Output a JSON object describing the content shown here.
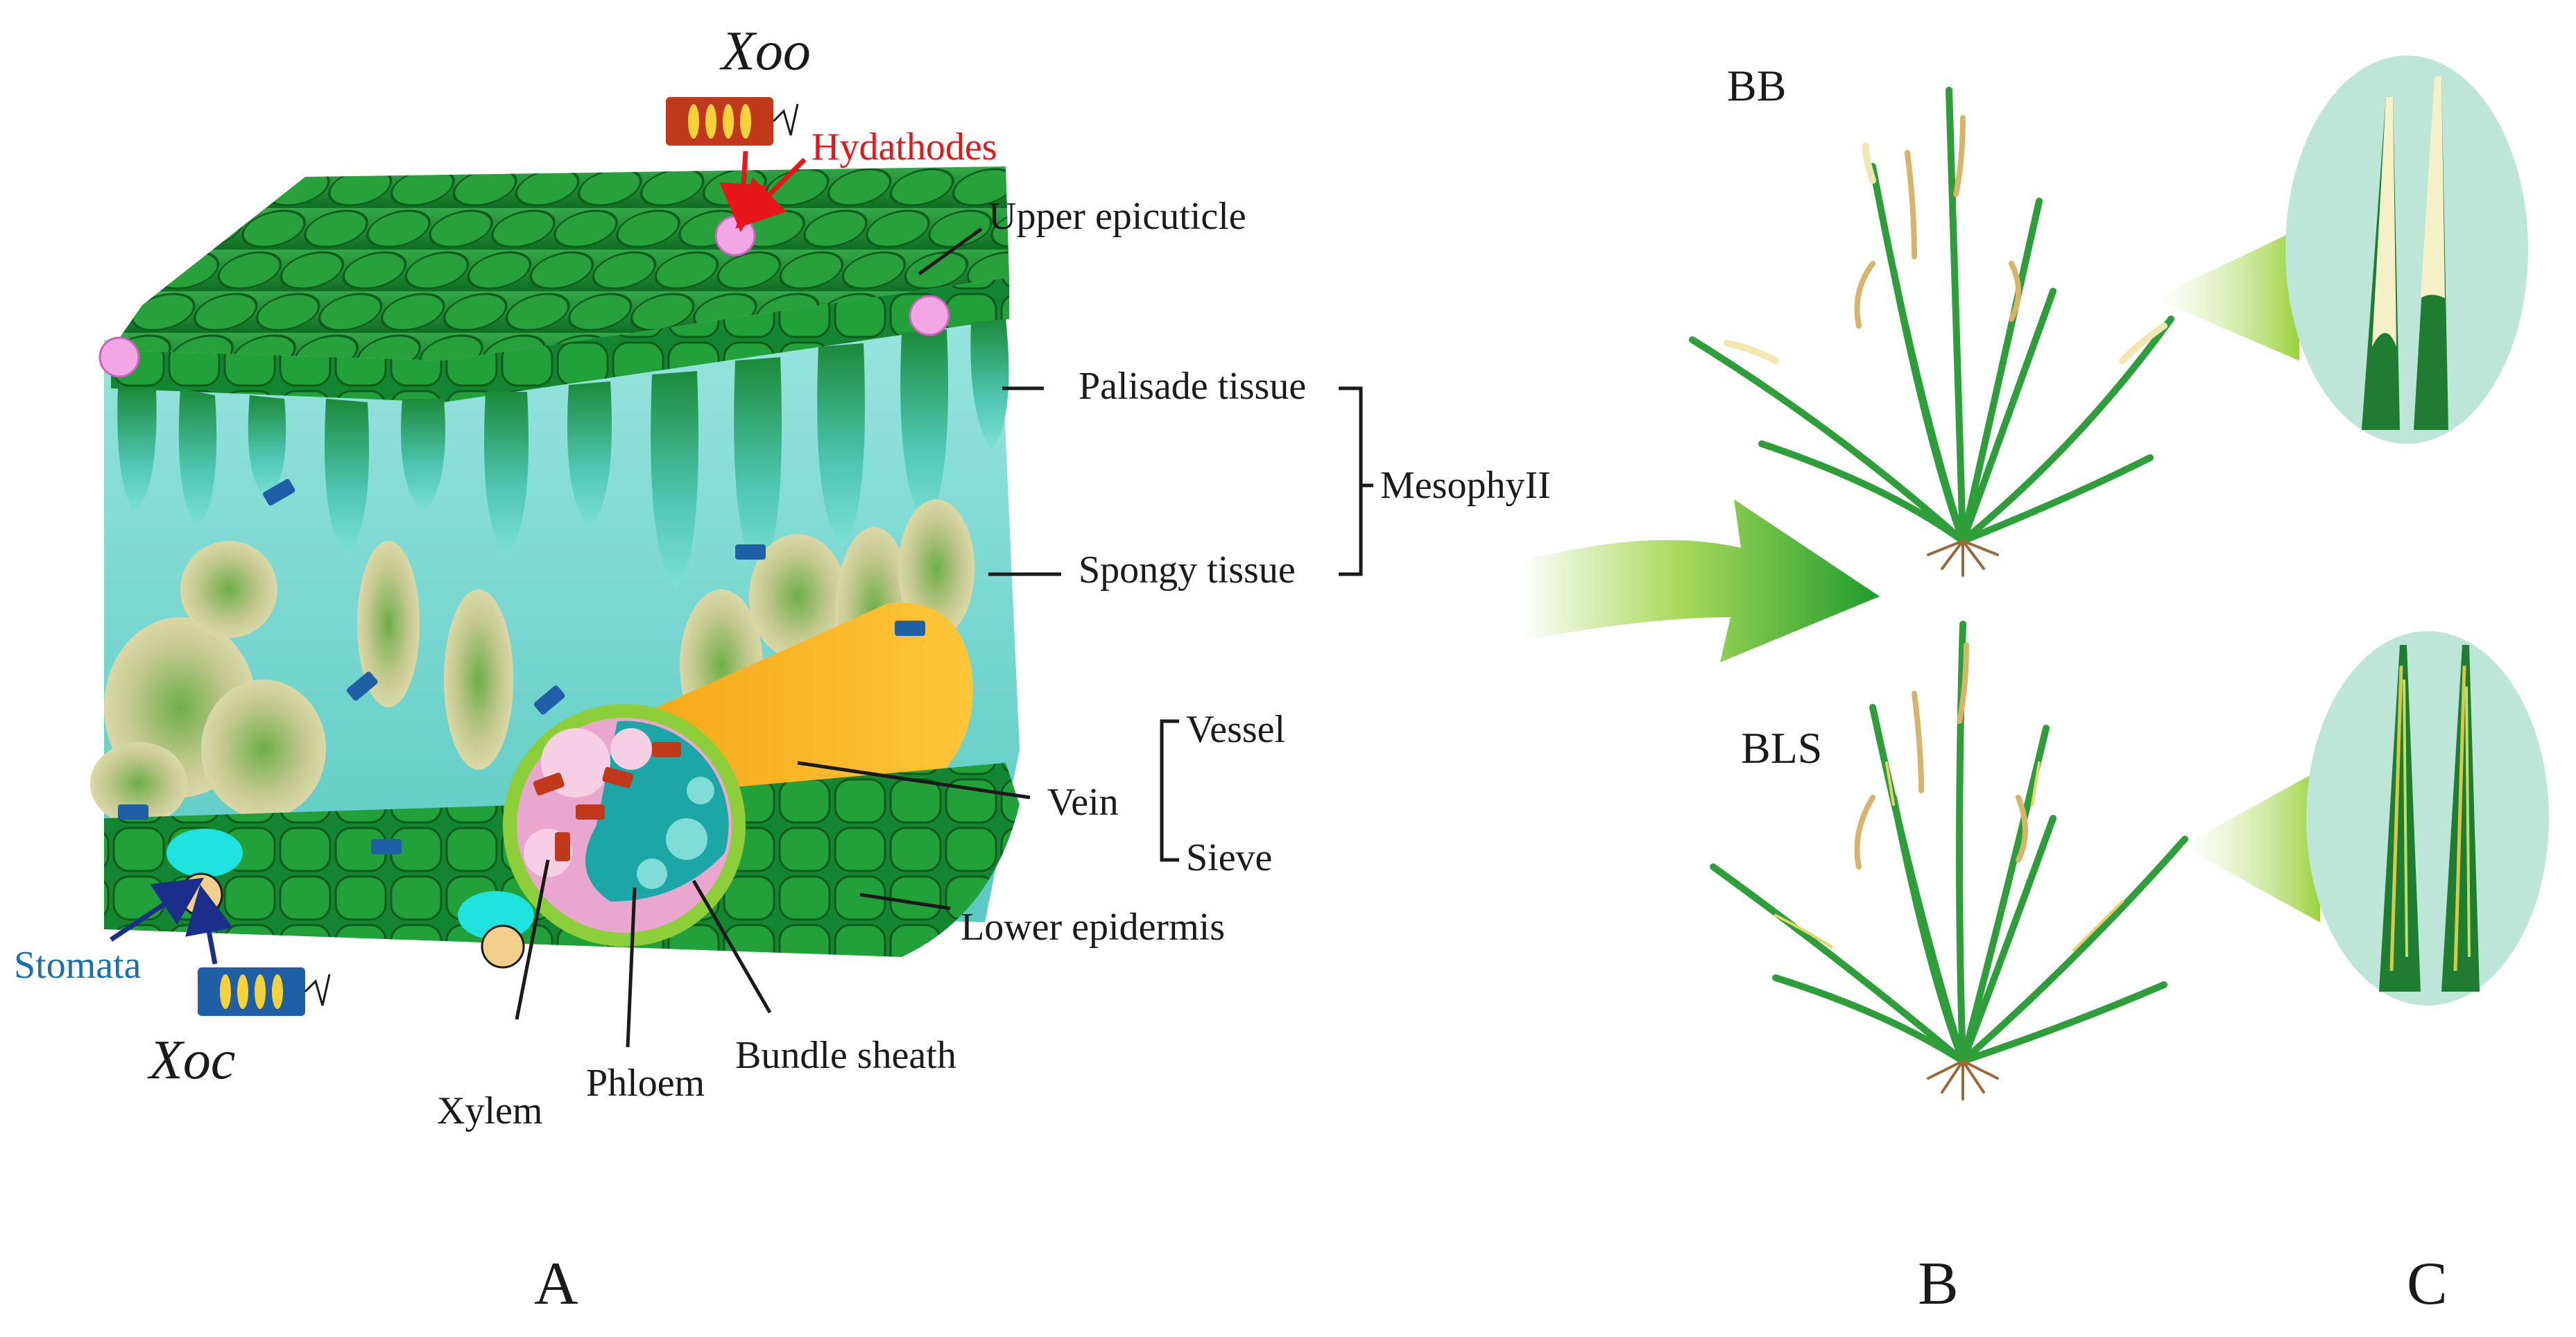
{
  "labels": {
    "xoo": "Xoo",
    "xoc": "Xoc",
    "hydathodes": "Hydathodes",
    "upper_epicuticle": "Upper epicuticle",
    "palisade_tissue": "Palisade tissue",
    "spongy_tissue": "Spongy tissue",
    "mesophyll": "MesophyII",
    "vessel": "Vessel",
    "vein": "Vein",
    "sieve": "Sieve",
    "lower_epidermis": "Lower epidermis",
    "stomata": "Stomata",
    "xylem": "Xylem",
    "phloem": "Phloem",
    "bundle_sheath": "Bundle sheath",
    "bb": "BB",
    "bls": "BLS"
  },
  "panels": {
    "a": "A",
    "b": "B",
    "c": "C"
  },
  "colors": {
    "hydathodes_label": "#e8151b",
    "stomata_label": "#1a6fb3",
    "bacteria_xoo": "#c0391b",
    "bacteria_xoc": "#1f5fa6",
    "leaf_green": "#1f8a2c",
    "mesophyll_cyan": "#5fd1c9",
    "vein_orange": "#f7b21a",
    "phloem_teal": "#1da6a6",
    "xylem_pink": "#e37fb5"
  }
}
